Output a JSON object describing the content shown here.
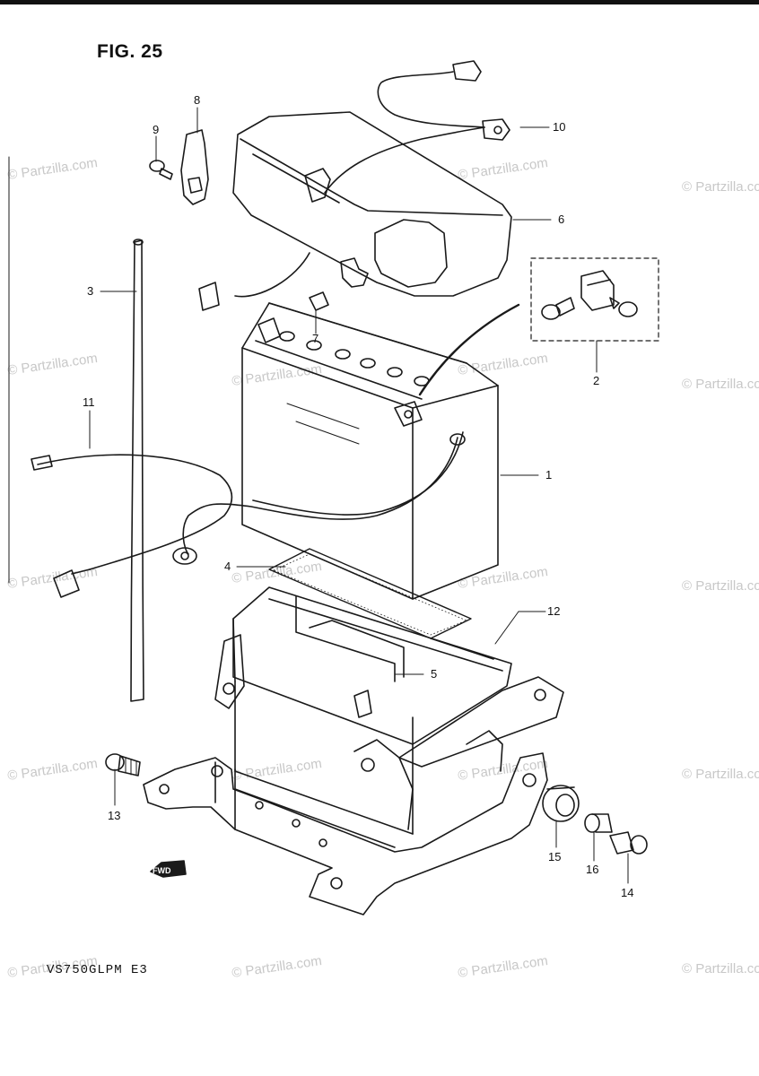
{
  "figure": {
    "title": "FIG. 25",
    "model": "VS750GLPM E3",
    "fwd": "FWD"
  },
  "watermark": "© Partzilla.com",
  "callouts": {
    "c1": "1",
    "c2": "2",
    "c3": "3",
    "c4": "4",
    "c5": "5",
    "c6": "6",
    "c7": "7",
    "c8": "8",
    "c9": "9",
    "c10": "10",
    "c11": "11",
    "c12": "12",
    "c13": "13",
    "c14": "14",
    "c15": "15",
    "c16": "16"
  },
  "colors": {
    "line": "#1a1a1a",
    "watermark": "#c8c8c8",
    "background": "#ffffff"
  }
}
